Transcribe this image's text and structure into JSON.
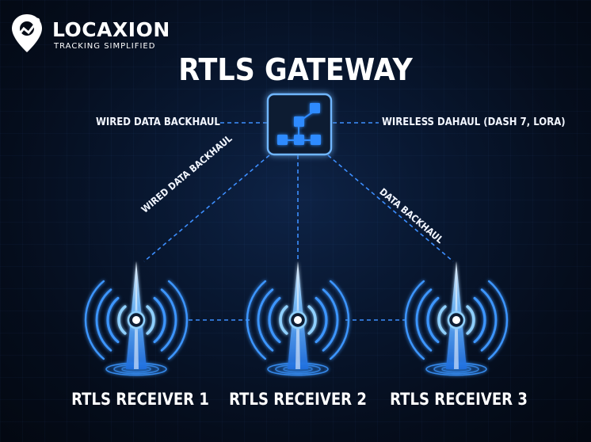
{
  "brand": {
    "name": "LOCAXION",
    "tagline": "TRACKING SIMPLIFIED"
  },
  "title": "RTLS GATEWAY",
  "links": {
    "left_backhaul": "WIRED DATA BACKHAUL",
    "right_backhaul": "WIRELESS DAHAUL (DASH 7, LORA)",
    "diag_left": "WIRED DATA BACKHAUL",
    "diag_right": "DATA BACKHAUL"
  },
  "receivers": [
    {
      "label": "RTLS RECEIVER 1"
    },
    {
      "label": "RTLS RECEIVER 2"
    },
    {
      "label": "RTLS RECEIVER 3"
    }
  ],
  "colors": {
    "background": "#050b16",
    "accent": "#2f8bff",
    "accent_light": "#7cc0ff",
    "text": "#ffffff"
  },
  "icons": {
    "logo": "location-pin-icon",
    "gateway": "network-topology-icon",
    "receiver": "antenna-tower-icon"
  }
}
